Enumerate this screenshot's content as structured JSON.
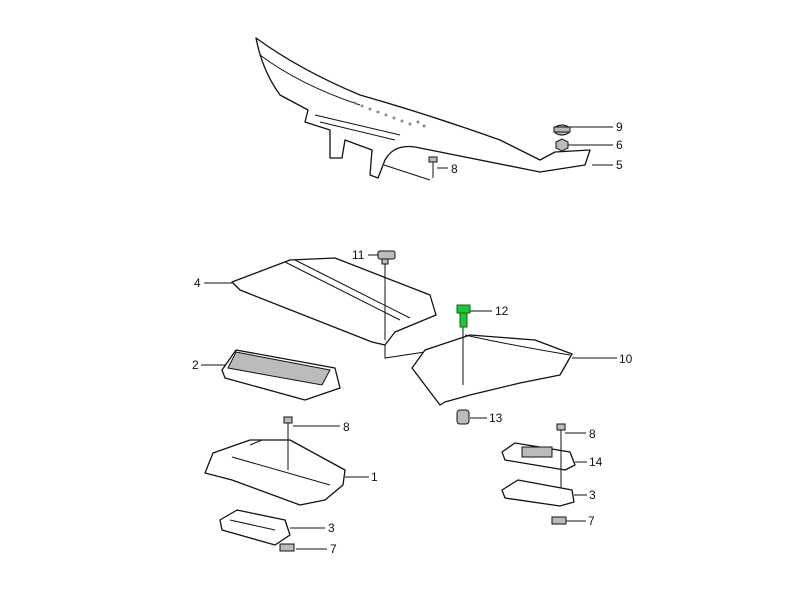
{
  "diagram": {
    "highlight_color": "#22c43a",
    "callouts": [
      {
        "id": "9",
        "label": "9"
      },
      {
        "id": "6",
        "label": "6"
      },
      {
        "id": "5",
        "label": "5"
      },
      {
        "id": "8a",
        "label": "8"
      },
      {
        "id": "11",
        "label": "11"
      },
      {
        "id": "4",
        "label": "4"
      },
      {
        "id": "12",
        "label": "12",
        "highlighted": true
      },
      {
        "id": "10",
        "label": "10"
      },
      {
        "id": "2",
        "label": "2"
      },
      {
        "id": "13",
        "label": "13"
      },
      {
        "id": "8b",
        "label": "8"
      },
      {
        "id": "8c",
        "label": "8"
      },
      {
        "id": "14",
        "label": "14"
      },
      {
        "id": "1",
        "label": "1"
      },
      {
        "id": "3a",
        "label": "3"
      },
      {
        "id": "3b",
        "label": "3"
      },
      {
        "id": "7a",
        "label": "7"
      },
      {
        "id": "7b",
        "label": "7"
      }
    ]
  }
}
